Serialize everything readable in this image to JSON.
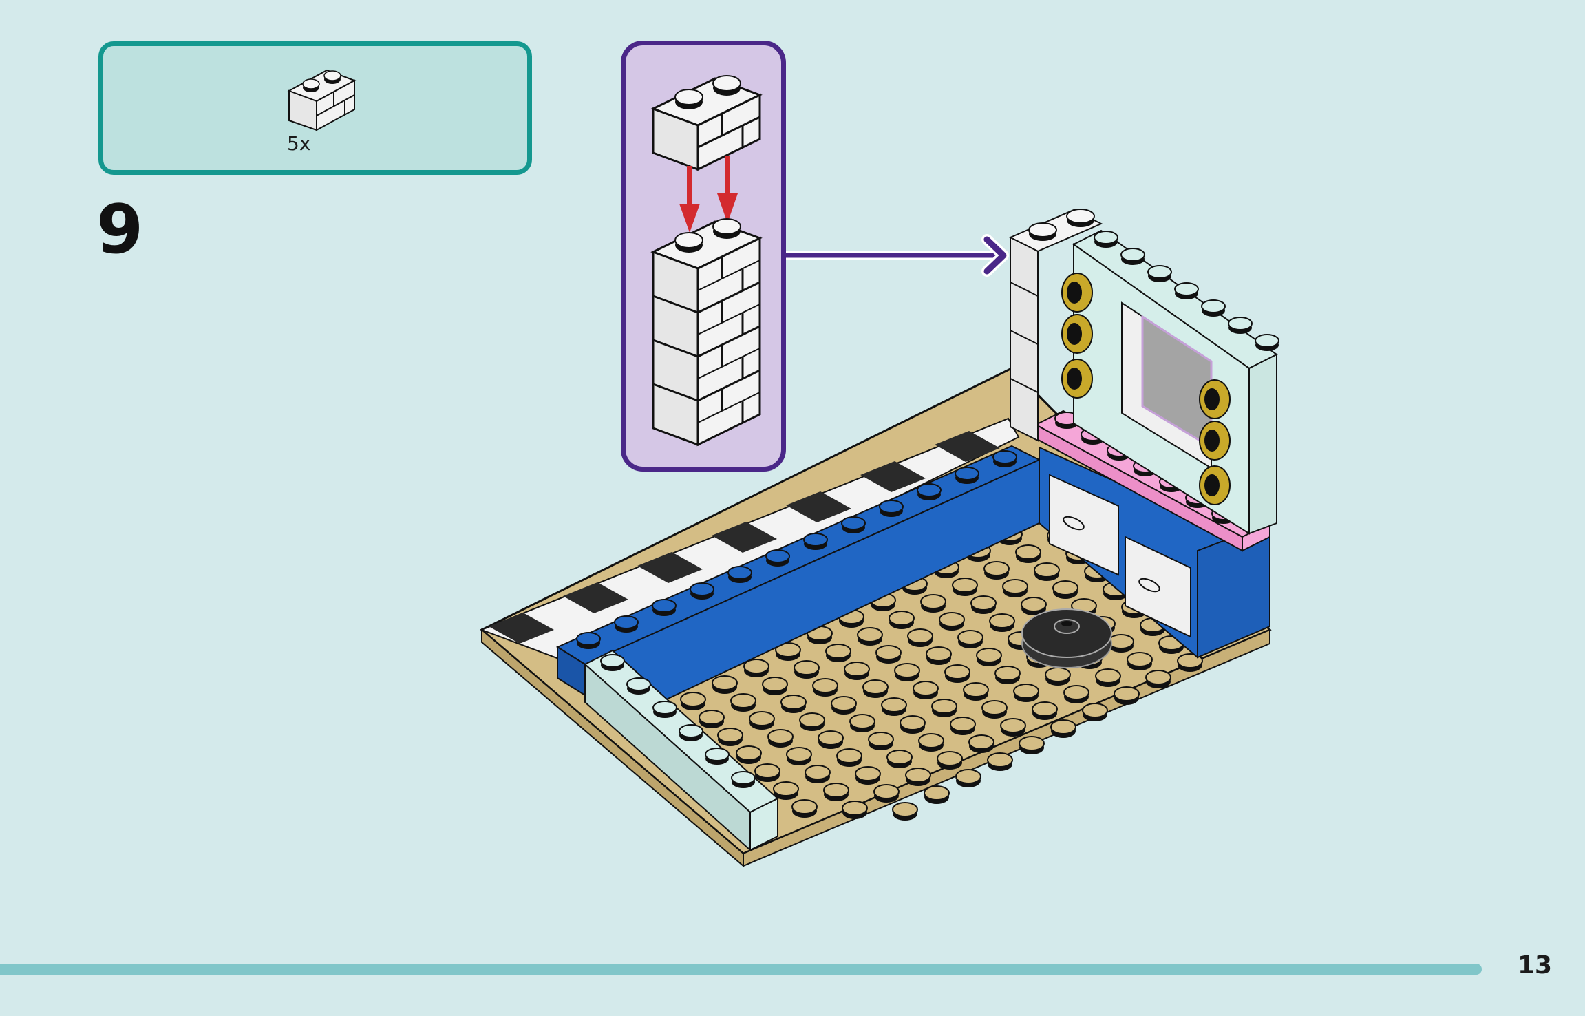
{
  "page": {
    "step_number": "9",
    "page_number": "13",
    "progress_fraction": 1.0
  },
  "parts_list": {
    "items": [
      {
        "part": "brick-1x2-masonry",
        "color": "white",
        "quantity": "5x"
      }
    ]
  },
  "sub_assembly": {
    "description": "Stack one 1x2 masonry brick onto tower of four",
    "arrows": [
      "down",
      "down"
    ],
    "arrow_color": "#d32a2f",
    "border_color": "#4a2788",
    "fill_color": "#d5c7e6"
  },
  "colors": {
    "background": "#d4eaeb",
    "parts_box_border": "#14988f",
    "parts_box_fill": "#bde1df",
    "callout_arrow": "#4a2788",
    "progress_bar": "#80c6c9",
    "baseplate_tan": "#d4bd85",
    "blue": "#2066c4",
    "pink": "#f5a6d8",
    "light_aqua": "#d5eeea",
    "gold": "#c9a92a"
  }
}
